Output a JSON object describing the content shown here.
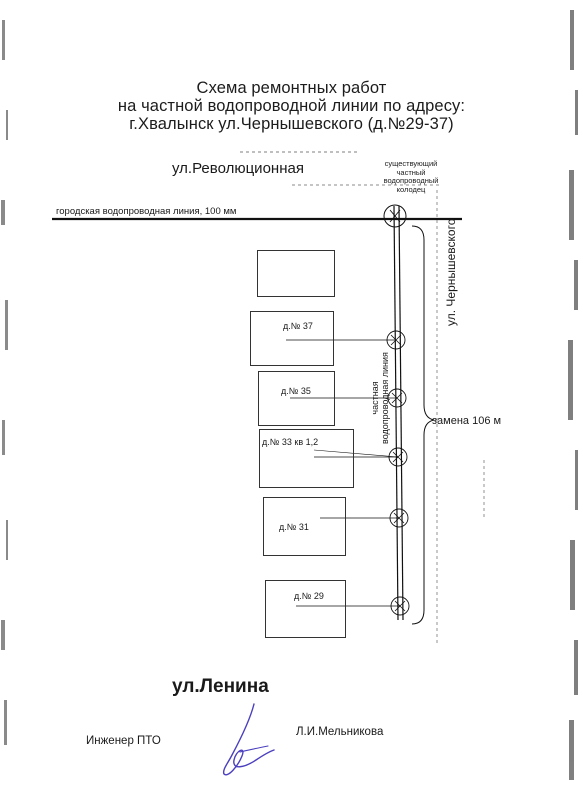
{
  "title": {
    "line1": "Схема ремонтных работ",
    "line2": "на частной водопроводной линии по адресу:",
    "line3": "г.Хвалынск ул.Чернышевского (д.№29-37)"
  },
  "streets": {
    "top": "ул.Революционная",
    "bottom": "ул.Ленина",
    "right": "ул. Чернышевского"
  },
  "city_line_label": "городская водопроводная линия, 100 мм",
  "well_label": [
    "существующий",
    "частный",
    "водопроводный",
    "колодец"
  ],
  "private_line_label": [
    "частная",
    "водопроводная линия"
  ],
  "replacement_label": "замена 106 м",
  "houses": [
    {
      "label": ""
    },
    {
      "label": "д.№ 37"
    },
    {
      "label": "д.№ 35"
    },
    {
      "label": "д.№ 33 кв 1,2"
    },
    {
      "label": "д.№ 31"
    },
    {
      "label": "д.№ 29"
    }
  ],
  "signature": {
    "role": "Инженер ПТО",
    "name": "Л.И.Мельникова"
  },
  "colors": {
    "ink": "#1a1a1a",
    "signature_ink": "#4a3fbf",
    "scan_noise": "#2b2b2b"
  }
}
